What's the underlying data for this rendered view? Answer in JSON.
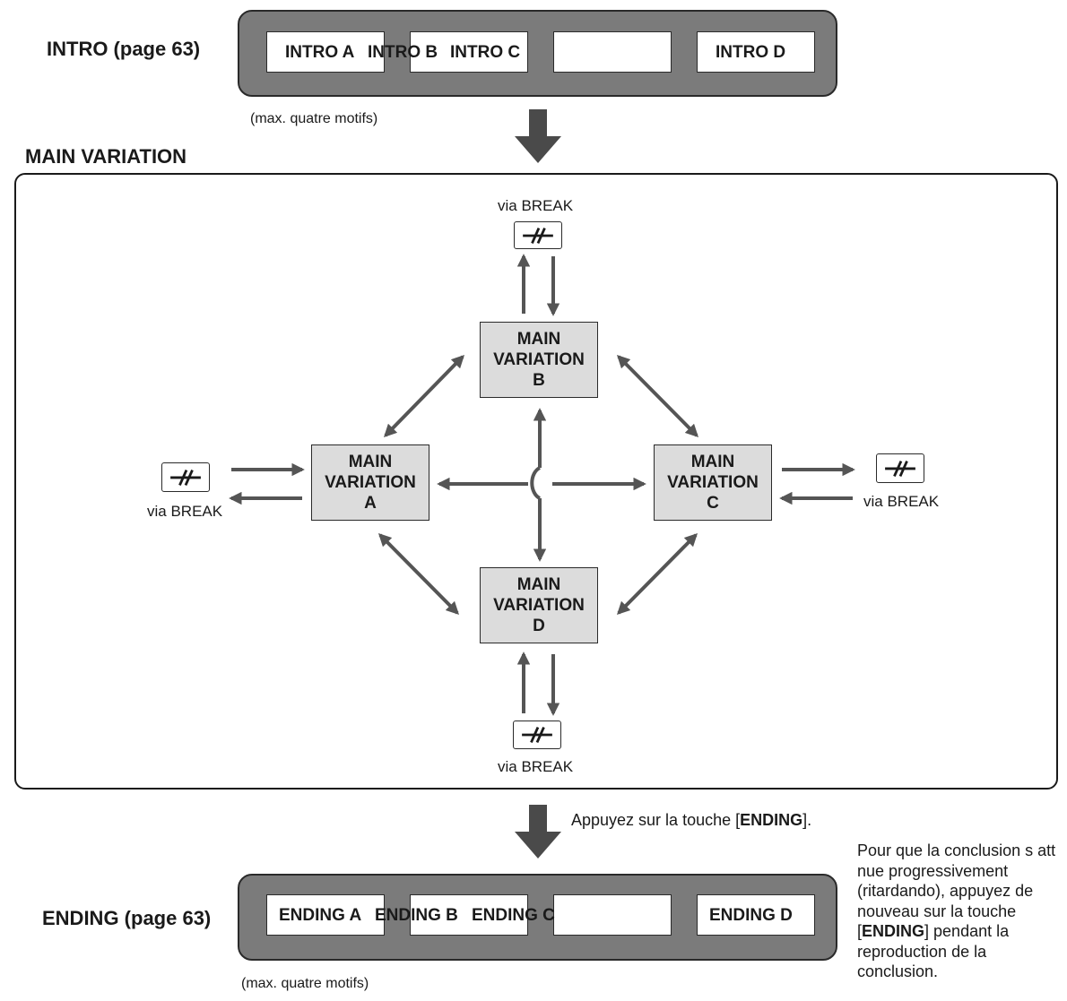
{
  "intro": {
    "label": "INTRO (page 63)",
    "slots": [
      "INTRO A",
      "INTRO B",
      "INTRO C",
      "",
      "INTRO D"
    ],
    "note": "(max. quatre motifs)"
  },
  "main": {
    "label": "MAIN VARIATION",
    "variations": {
      "a": {
        "line1": "MAIN",
        "line2": "VARIATION",
        "line3": "A"
      },
      "b": {
        "line1": "MAIN",
        "line2": "VARIATION",
        "line3": "B"
      },
      "c": {
        "line1": "MAIN",
        "line2": "VARIATION",
        "line3": "C"
      },
      "d": {
        "line1": "MAIN",
        "line2": "VARIATION",
        "line3": "D"
      }
    },
    "via_break": "via BREAK",
    "break_icon": "break-fill-icon"
  },
  "ending_instruction": {
    "before": "Appuyez sur la touche [",
    "key": "ENDING",
    "after": "]."
  },
  "ending": {
    "label": "ENDING (page 63)",
    "slots": [
      "ENDING A",
      "ENDING B",
      "ENDING C",
      "",
      "ENDING D"
    ],
    "note": "(max. quatre motifs)"
  },
  "side_note": {
    "part1": "Pour que la conclusion s att nue progressivement (ritardando), appuyez de nouveau sur la touche [",
    "key": "ENDING",
    "part2": "] pendant la reproduction de la conclusion."
  },
  "colors": {
    "tray": "#7b7b7b",
    "variation_fill": "#dcdcdc",
    "arrow": "#555555",
    "flow_arrow": "#4a4a4a"
  }
}
